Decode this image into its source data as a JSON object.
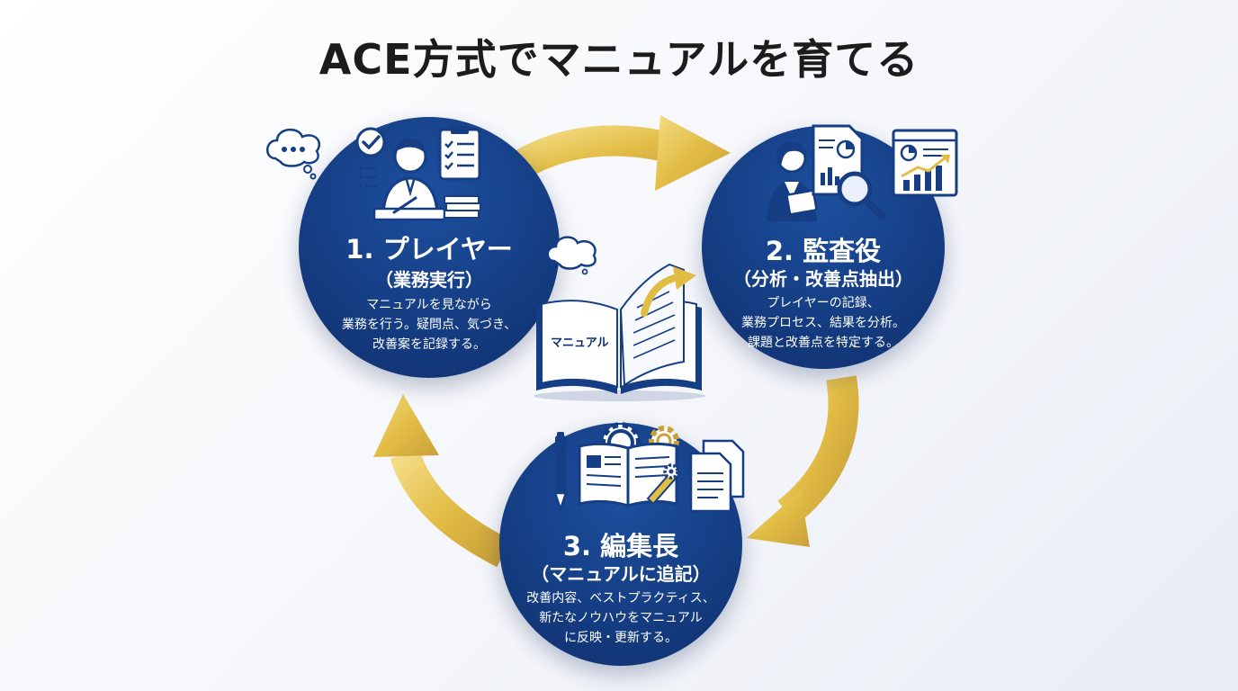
{
  "title": "ACE方式でマニュアルを育てる",
  "roles": [
    {
      "heading": "1. プレイヤー",
      "subtitle": "（業務実行）",
      "description": [
        "マニュアルを見ながら",
        "業務を行う。疑問点、気づき、",
        "改善案を記録する。"
      ]
    },
    {
      "heading": "2. 監査役",
      "subtitle": "（分析・改善点抽出）",
      "description": [
        "プレイヤーの記録、",
        "業務プロセス、結果を分析。",
        "課題と改善点を特定する。"
      ]
    },
    {
      "heading": "3. 編集長",
      "subtitle": "（マニュアルに追記）",
      "description": [
        "改善内容、ベストプラクティス、",
        "新たなノウハウをマニュアル",
        "に反映・更新する。"
      ]
    }
  ],
  "center": {
    "manual_label": "マニュアル"
  },
  "icons": {
    "player": [
      "chat-bubble-icon",
      "checkmark-icon",
      "worker-icon",
      "checklist-clipboard-icon",
      "paper-stack-icon"
    ],
    "auditor": [
      "analyst-icon",
      "report-document-icon",
      "magnifier-icon",
      "growth-chart-icon"
    ],
    "editor": [
      "pen-icon",
      "gear-icon",
      "open-book-icon",
      "documents-icon"
    ],
    "center": [
      "thought-bubble-icon",
      "open-manual-book-icon",
      "update-arrow-icon"
    ]
  },
  "colors": {
    "circle_blue": "#153e84",
    "arrow_gold": "#e2bd45",
    "title": "#1c1c1c",
    "text_on_blue": "#ffffff"
  }
}
